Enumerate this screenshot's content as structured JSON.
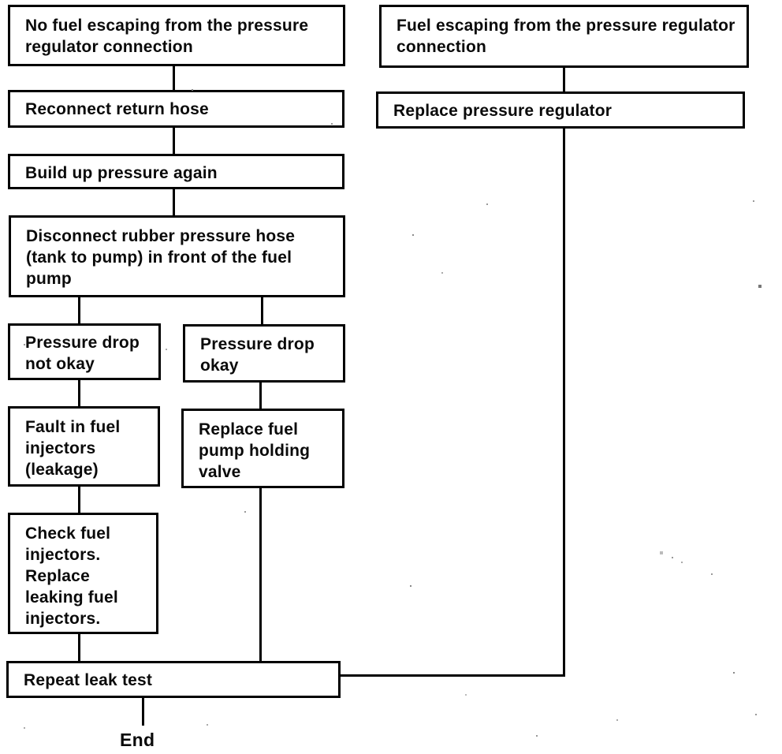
{
  "diagram": {
    "boxes": {
      "no_fuel_escaping": {
        "text": "No fuel escaping from the pressure\nregulator connection"
      },
      "reconnect_return_hose": {
        "text": "Reconnect return hose"
      },
      "build_up_pressure": {
        "text": "Build up pressure again"
      },
      "disconnect_hose": {
        "text": "Disconnect rubber pressure hose\n(tank to pump) in front of the fuel\npump"
      },
      "pressure_drop_not_okay": {
        "text": "Pressure drop\nnot okay"
      },
      "pressure_drop_okay": {
        "text": "Pressure drop\nokay"
      },
      "fault_in_injectors": {
        "text": "Fault in fuel\ninjectors\n(leakage)"
      },
      "replace_holding_valve": {
        "text": "Replace fuel\npump holding\nvalve"
      },
      "check_injectors": {
        "text": "Check fuel\ninjectors.\nReplace\nleaking fuel\ninjectors."
      },
      "repeat_leak_test": {
        "text": "Repeat leak test"
      },
      "fuel_escaping": {
        "text": "Fuel escaping from the pressure regulator\nconnection"
      },
      "replace_regulator": {
        "text": "Replace pressure regulator"
      }
    },
    "end_label": "End",
    "colors": {
      "ink": "#000000",
      "paper": "#ffffff"
    }
  }
}
